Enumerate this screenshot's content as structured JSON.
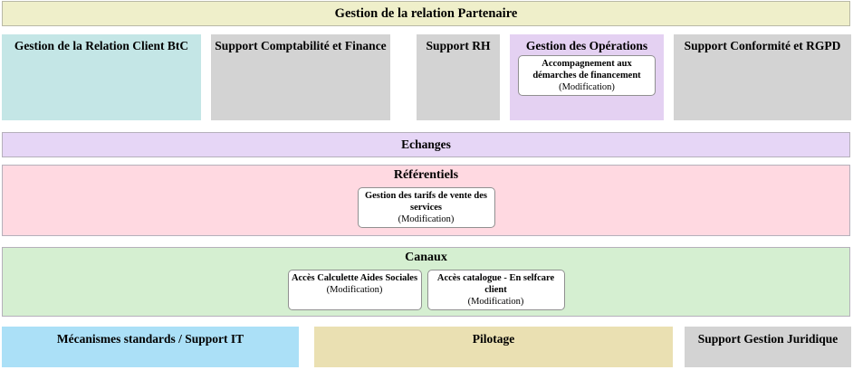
{
  "banner": {
    "title": "Gestion de la relation Partenaire",
    "color": "#efefca"
  },
  "row_capabilities": {
    "blocks": [
      {
        "label": "Gestion de la Relation Client BtC",
        "color": "#c4e6e6"
      },
      {
        "label": "Support Comptabilité et Finance",
        "color": "#d3d3d3"
      },
      {
        "label": "Support RH",
        "color": "#d3d3d3"
      },
      {
        "label": "Gestion des Opérations",
        "color": "#e4d1f2",
        "feature": {
          "title": "Accompagnement aux démarches de financement",
          "tag": "(Modification)"
        }
      },
      {
        "label": "Support Conformité et RGPD",
        "color": "#d3d3d3"
      }
    ]
  },
  "bands": [
    {
      "label": "Echanges",
      "color": "#e6d6f6"
    },
    {
      "label": "Référentiels",
      "color": "#ffd9e1",
      "features": [
        {
          "title": "Gestion des tarifs de vente des services",
          "tag": "(Modification)"
        }
      ]
    },
    {
      "label": "Canaux",
      "color": "#d5efd1",
      "features": [
        {
          "title": "Accès Calculette Aides Sociales",
          "tag": "(Modification)"
        },
        {
          "title": "Accès catalogue - En selfcare client",
          "tag": "(Modification)"
        }
      ]
    }
  ],
  "bottom_row": {
    "blocks": [
      {
        "label": "Mécanismes standards / Support IT",
        "color": "#abe0f7"
      },
      {
        "label": "Pilotage",
        "color": "#eae0b2"
      },
      {
        "label": "Support Gestion Juridique",
        "color": "#d3d3d3"
      }
    ]
  }
}
